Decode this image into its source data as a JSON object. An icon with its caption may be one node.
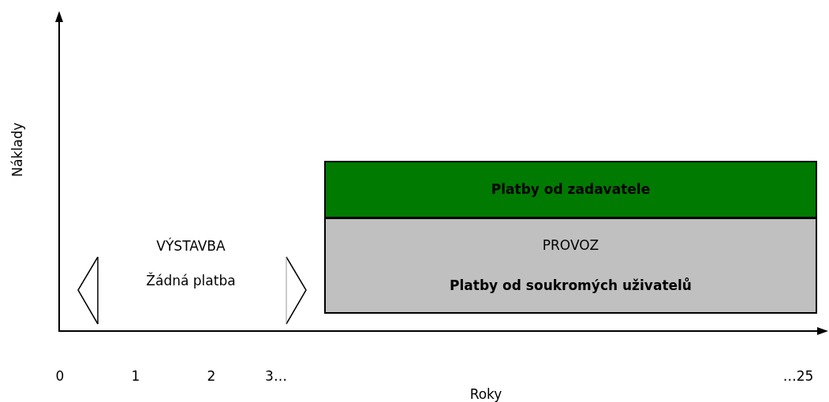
{
  "diagram": {
    "nodes": [
      {
        "text": [
          "Platby od zadavatele"
        ]
      },
      {
        "text": [
          "PROVOZ",
          "Platby od soukromých uživatelů"
        ]
      }
    ],
    "labels": [
      "Náklady",
      "VÝSTAVBA",
      "Žádná platba",
      "0",
      "1",
      "2",
      "3…",
      "…25",
      "Roky"
    ]
  }
}
